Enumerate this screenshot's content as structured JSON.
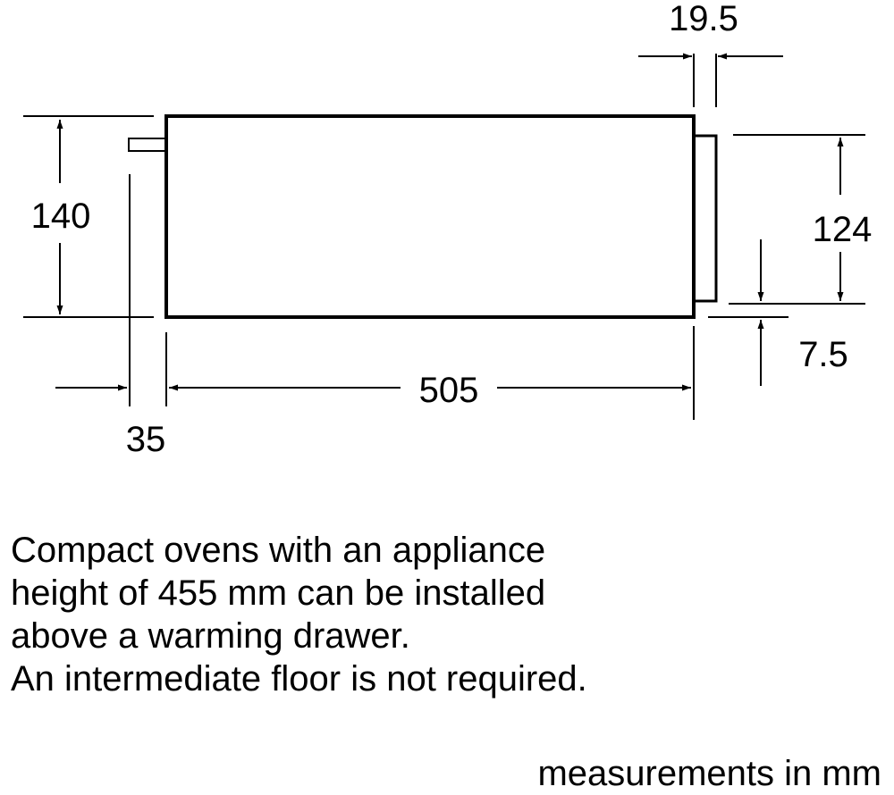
{
  "diagram": {
    "dimensions": {
      "front_gap": "19.5",
      "height": "140",
      "front_height": "124",
      "bottom_offset": "7.5",
      "depth": "505",
      "rear_offset": "35"
    }
  },
  "note": {
    "lines": [
      "Compact ovens with an appliance",
      "height of 455 mm can be installed",
      "above a warming drawer.",
      "An intermediate floor is not required."
    ]
  },
  "units_label": "measurements in mm"
}
